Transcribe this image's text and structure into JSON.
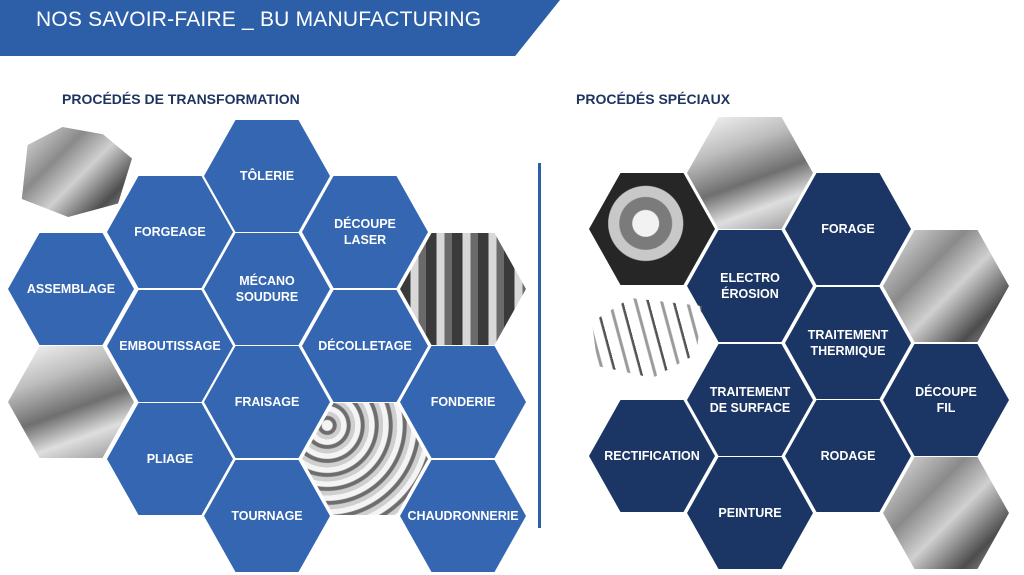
{
  "header": {
    "title": "NOS SAVOIR-FAIRE _ BU MANUFACTURING"
  },
  "sections": {
    "transformation": "PROCÉDÉS DE TRANSFORMATION",
    "speciaux": "PROCÉDÉS SPÉCIAUX"
  },
  "transformation_hexes": {
    "tolerie": "TÔLERIE",
    "forgeage": "FORGEAGE",
    "decoupe_laser": "DÉCOUPE LASER",
    "assemblage": "ASSEMBLAGE",
    "mecano_soudure": "MÉCANO\nSOUDURE",
    "emboutissage": "EMBOUTISSAGE",
    "decolletage": "DÉCOLLETAGE",
    "fraisage": "FRAISAGE",
    "fonderie": "FONDERIE",
    "pliage": "PLIAGE",
    "tournage": "TOURNAGE",
    "chaudronnerie": "CHAUDRONNERIE"
  },
  "special_hexes": {
    "forage": "FORAGE",
    "electro_erosion": "ELECTRO\nÉROSION",
    "traitement_thermique": "TRAITEMENT\nTHERMIQUE",
    "traitement_surface": "TRAITEMENT\nDE SURFACE",
    "decoupe_fil": "DÉCOUPE\nFIL",
    "rectification": "RECTIFICATION",
    "rodage": "RODAGE",
    "peinture": "PEINTURE"
  },
  "colors": {
    "brand_blue": "#2d5fa8",
    "hex_light": "#3466b2",
    "hex_dark": "#1b3564",
    "title_navy": "#1e3561"
  }
}
